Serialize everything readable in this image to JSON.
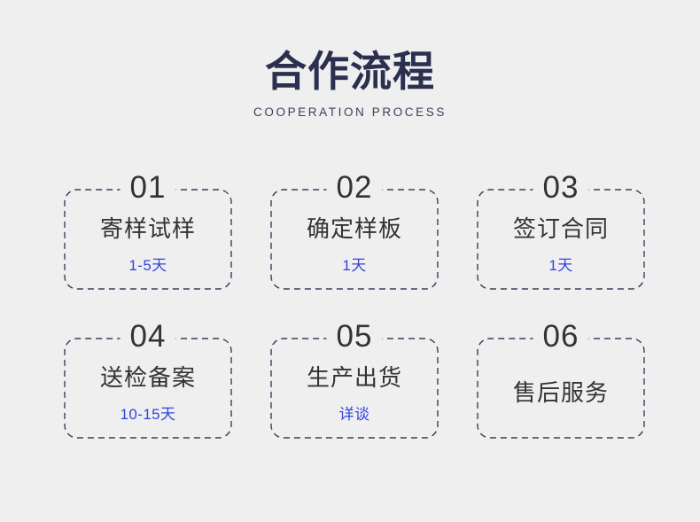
{
  "page": {
    "background_color": "#efefef",
    "accent_color": "#3344dd",
    "border_color": "#3a3f5c",
    "title_color": "#2b3050"
  },
  "header": {
    "title": "合作流程",
    "subtitle": "COOPERATION PROCESS"
  },
  "steps": [
    {
      "number": "01",
      "title": "寄样试样",
      "duration": "1-5天"
    },
    {
      "number": "02",
      "title": "确定样板",
      "duration": "1天"
    },
    {
      "number": "03",
      "title": "签订合同",
      "duration": "1天"
    },
    {
      "number": "04",
      "title": "送检备案",
      "duration": "10-15天"
    },
    {
      "number": "05",
      "title": "生产出货",
      "duration": "详谈"
    },
    {
      "number": "06",
      "title": "售后服务",
      "duration": ""
    }
  ]
}
